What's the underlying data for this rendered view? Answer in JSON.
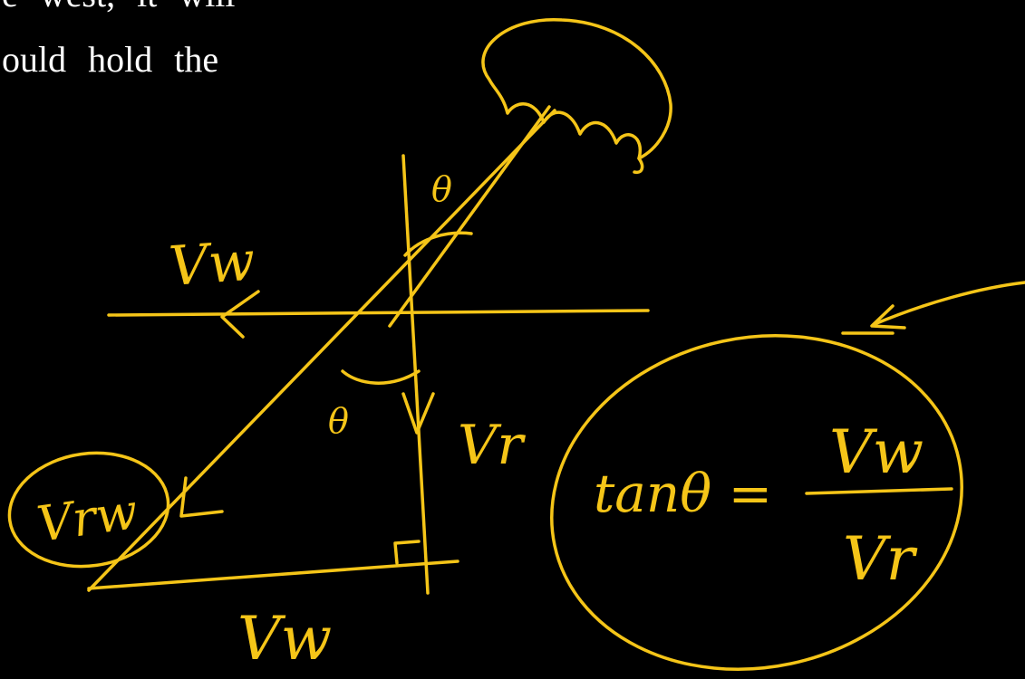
{
  "text": {
    "line1": "e west, it will",
    "line2": "ould  hold  the"
  },
  "labels": {
    "vw_top": "Vw",
    "vw_bottom": "Vw",
    "vr": "Vr",
    "theta_top": "θ",
    "theta_bottom": "θ",
    "vrw": "Vrw",
    "formula_lhs": "tanθ =",
    "formula_num": "Vw",
    "formula_den": "Vr"
  },
  "colors": {
    "background": "#000000",
    "ink": "#f5c518",
    "text": "#ffffff"
  },
  "icons": {
    "umbrella": "umbrella-icon",
    "right_angle": "right-angle-marker"
  }
}
